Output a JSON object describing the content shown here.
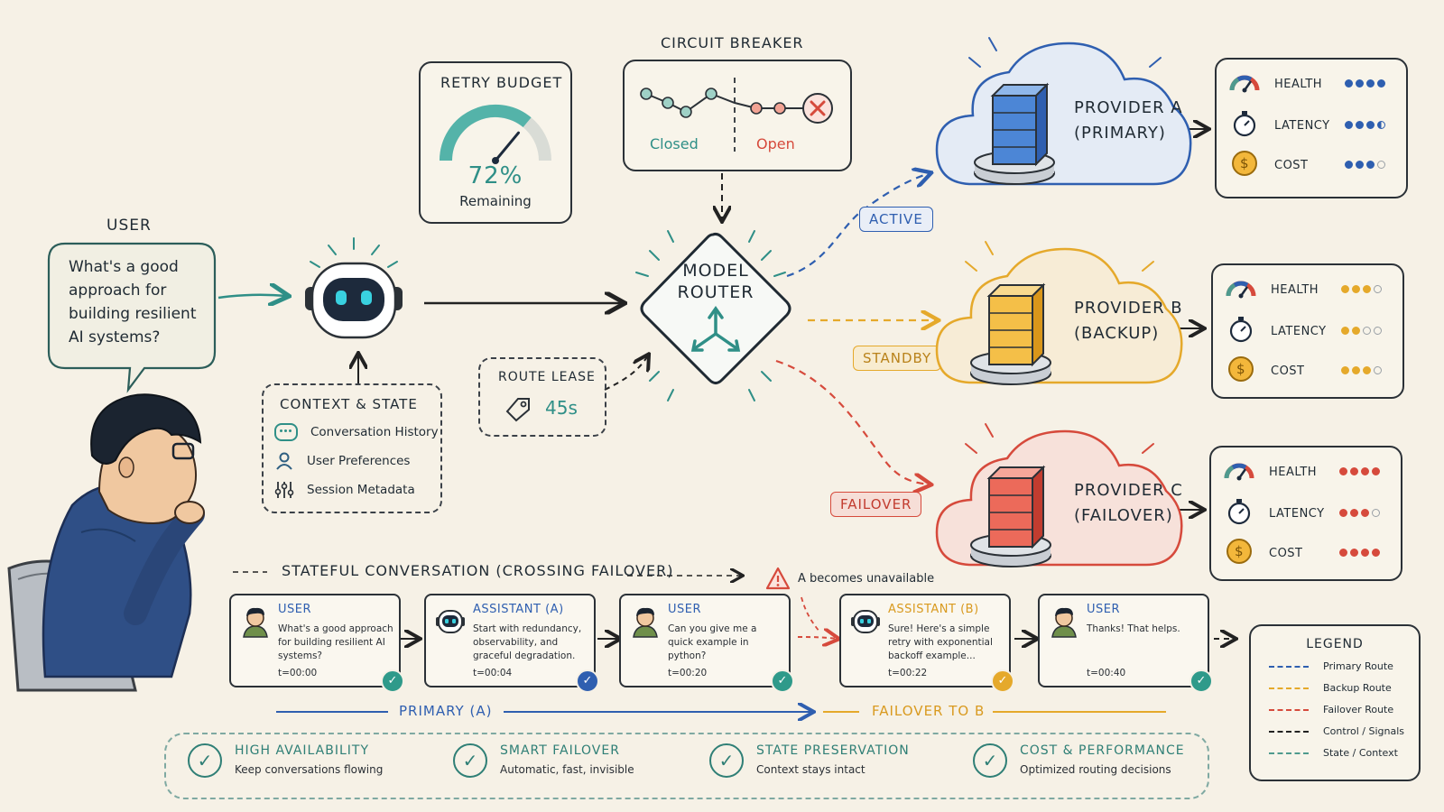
{
  "user": {
    "label": "USER",
    "bubble_lines": [
      "What's a good",
      "approach for",
      "building resilient",
      "AI systems?"
    ]
  },
  "retry_budget": {
    "title": "RETRY BUDGET",
    "percent": 72,
    "percent_text": "72%",
    "caption": "Remaining"
  },
  "circuit_breaker": {
    "title": "CIRCUIT BREAKER",
    "closed_label": "Closed",
    "open_label": "Open"
  },
  "model_router": {
    "line1": "MODEL",
    "line2": "ROUTER"
  },
  "route_lease": {
    "title": "ROUTE LEASE",
    "value": "45s"
  },
  "context_state": {
    "title": "CONTEXT & STATE",
    "items": [
      "Conversation History",
      "User Preferences",
      "Session Metadata"
    ]
  },
  "routes": {
    "active": "ACTIVE",
    "standby": "STANDBY",
    "failover": "FAILOVER"
  },
  "providers": [
    {
      "line1": "PROVIDER A",
      "line2": "(PRIMARY)",
      "color": "#2f5fb0",
      "health": 4,
      "latency": 3.5,
      "cost": 3
    },
    {
      "line1": "PROVIDER B",
      "line2": "(BACKUP)",
      "color": "#e5a92b",
      "health": 3,
      "latency": 2,
      "cost": 3
    },
    {
      "line1": "PROVIDER C",
      "line2": "(FAILOVER)",
      "color": "#d64a3c",
      "health": 4,
      "latency": 3,
      "cost": 4
    }
  ],
  "metric_labels": {
    "health": "HEALTH",
    "latency": "LATENCY",
    "cost": "COST"
  },
  "conversation": {
    "title": "STATEFUL CONVERSATION (CROSSING FAILOVER)",
    "unavailable": "A becomes unavailable",
    "cards": [
      {
        "role": "USER",
        "msg": "What's a good approach for building resilient AI systems?",
        "ts": "t=00:00",
        "badge": "#2f9a8a"
      },
      {
        "role": "ASSISTANT (A)",
        "msg": "Start with redundancy, observability, and graceful degradation.",
        "ts": "t=00:04",
        "badge": "#2f5fb0"
      },
      {
        "role": "USER",
        "msg": "Can you give me a quick example in python?",
        "ts": "t=00:20",
        "badge": "#2f9a8a"
      },
      {
        "role": "ASSISTANT (B)",
        "msg": "Sure! Here's a simple retry with exponential backoff example...",
        "ts": "t=00:22",
        "badge": "#e5a92b"
      },
      {
        "role": "USER",
        "msg": "Thanks! That helps.",
        "ts": "t=00:40",
        "badge": "#2f9a8a"
      }
    ],
    "primary_label": "PRIMARY (A)",
    "failover_label": "FAILOVER TO B"
  },
  "legend": {
    "title": "LEGEND",
    "items": [
      {
        "label": "Primary Route",
        "color": "#2f5fb0"
      },
      {
        "label": "Backup Route",
        "color": "#e5a92b"
      },
      {
        "label": "Failover Route",
        "color": "#d64a3c"
      },
      {
        "label": "Control / Signals",
        "color": "#222222"
      },
      {
        "label": "State / Context",
        "color": "#4f9a8e"
      }
    ]
  },
  "features": [
    {
      "title": "HIGH AVAILABILITY",
      "sub": "Keep conversations flowing"
    },
    {
      "title": "SMART FAILOVER",
      "sub": "Automatic, fast, invisible"
    },
    {
      "title": "STATE PRESERVATION",
      "sub": "Context stays intact"
    },
    {
      "title": "COST & PERFORMANCE",
      "sub": "Optimized routing decisions"
    }
  ],
  "colors": {
    "teal": "#2f8f87",
    "blue": "#2f5fb0",
    "amber": "#e5a92b",
    "red": "#d64a3c"
  }
}
